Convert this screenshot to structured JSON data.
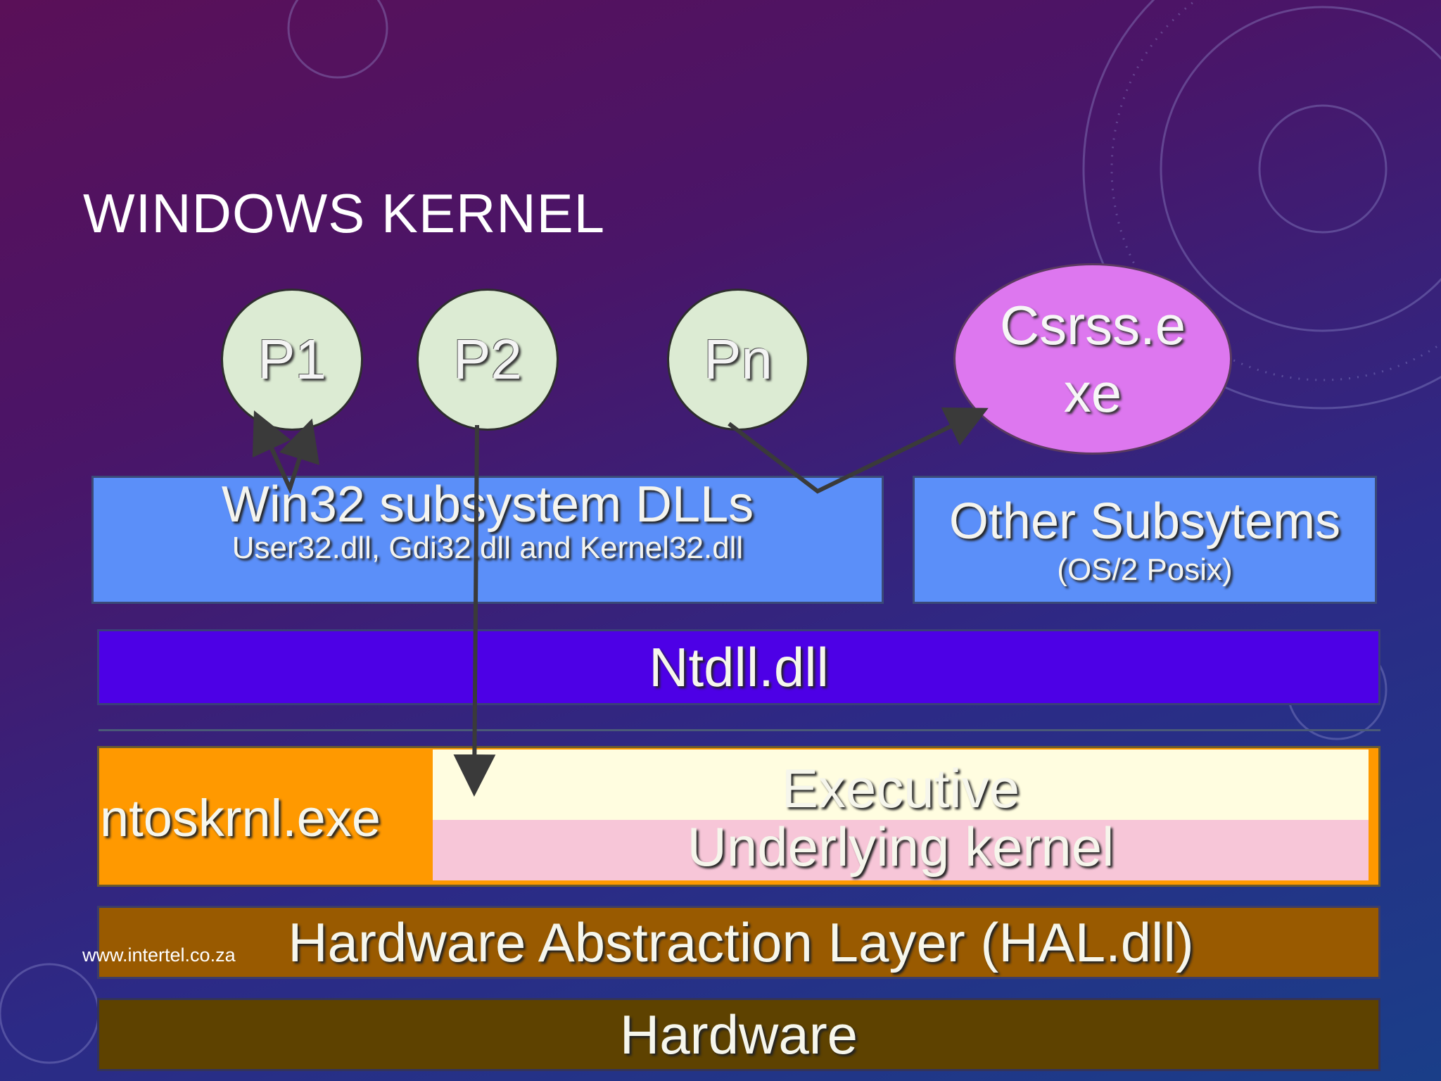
{
  "slide": {
    "title": "WINDOWS KERNEL",
    "website": "www.intertel.co.za"
  },
  "processes": {
    "p1": "P1",
    "p2": "P2",
    "pn": "Pn",
    "csrss_line1": "Csrss.e",
    "csrss_line2": "xe"
  },
  "subsystems": {
    "win32_title": "Win32 subsystem DLLs",
    "win32_dlls": "User32.dll, Gdi32.dll and Kernel32.dll",
    "other_title": "Other Subsytems",
    "other_detail": "(OS/2 Posix)"
  },
  "layers": {
    "ntdll": "Ntdll.dll",
    "ntoskrnl": "ntoskrnl.exe",
    "executive": "Executive",
    "kernel": "Underlying kernel",
    "hal": "Hardware Abstraction Layer (HAL.dll)",
    "hardware": "Hardware"
  },
  "colors": {
    "process_fill": "#dcebd3",
    "csrss_fill": "#dd77ef",
    "subsystem_fill": "#5b8ff9",
    "ntdll_fill": "#4d00e6",
    "ntoskrnl_fill": "#ff9900",
    "executive_fill": "#fffde0",
    "kernel_fill": "#f7c6d8",
    "hal_fill": "#995a00",
    "hardware_fill": "#5e4200"
  }
}
